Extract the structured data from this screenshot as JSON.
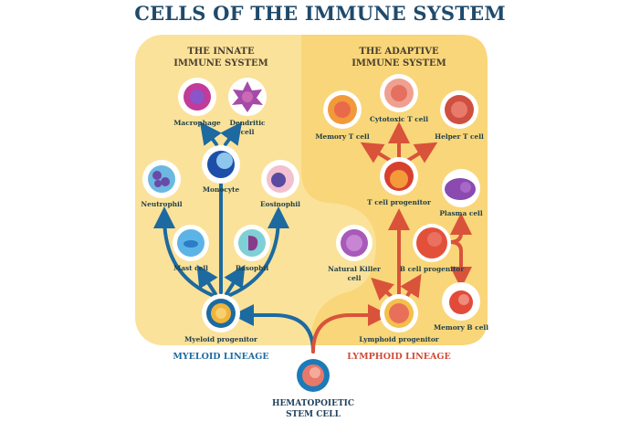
{
  "title": "CELLS OF THE IMMUNE SYSTEM",
  "colors": {
    "title": "#1f4a6b",
    "innate_panel": "#fbe29a",
    "adaptive_panel": "#f9d679",
    "myeloid_arrow": "#1c6aa0",
    "lymphoid_arrow": "#d9533a",
    "myeloid_text": "#1c6aa0",
    "lymphoid_text": "#d04a35"
  },
  "innate": {
    "heading_line1": "THE INNATE",
    "heading_line2": "IMMUNE SYSTEM",
    "cells": {
      "macrophage": "Macrophage",
      "dendritic_line1": "Dendritic",
      "dendritic_line2": "cell",
      "monocyte": "Monocyte",
      "neutrophil": "Neutrophil",
      "eosinophil": "Eosinophil",
      "mast_cell": "Mast cell",
      "basophil": "Basophil",
      "myeloid_progenitor": "Myeloid progenitor"
    },
    "lineage": "MYELOID LINEAGE"
  },
  "adaptive": {
    "heading_line1": "THE ADAPTIVE",
    "heading_line2": "IMMUNE SYSTEM",
    "cells": {
      "memory_t": "Memory T cell",
      "cytotoxic_t": "Cytotoxic T cell",
      "helper_t": "Helper T cell",
      "t_progenitor": "T cell progenitor",
      "plasma": "Plasma cell",
      "nk_line1": "Natural Killer",
      "nk_line2": "cell",
      "b_progenitor": "B cell progenitor",
      "memory_b": "Memory B cell",
      "lymphoid_progenitor": "Lymphoid progenitor"
    },
    "lineage": "LYMPHOID LINEAGE"
  },
  "stem": {
    "line1": "HEMATOPOIETIC",
    "line2": "STEM CELL"
  }
}
